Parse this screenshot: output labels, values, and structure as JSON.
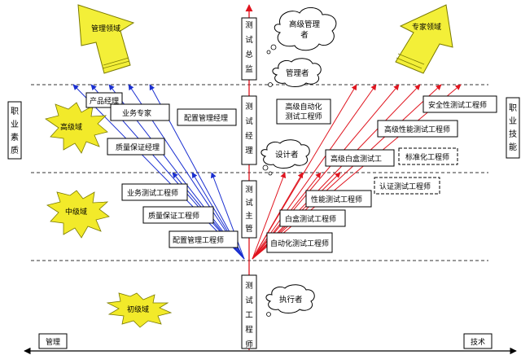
{
  "arrows": {
    "management_domain": "管理领域",
    "tech_expert": "专家领域"
  },
  "side_labels": {
    "left": "职业素质",
    "right": "职业技能"
  },
  "bottom_labels": {
    "management": "管理",
    "technology": "技术"
  },
  "center_column": [
    "测试总监",
    "测试经理",
    "测试主管",
    "测试工程师"
  ],
  "clouds": {
    "senior_manager": "高级管理者",
    "manager": "管理者",
    "designer": "设计者",
    "executor": "执行者"
  },
  "levels": {
    "senior": "高级域",
    "middle": "中级域",
    "junior": "初级域"
  },
  "left_roles": {
    "product_manager": "产品经理",
    "business_expert": "业务专家",
    "config_manager": "配置管理经理",
    "qa_manager": "质量保证经理",
    "business_test_engineer": "业务测试工程师",
    "qa_engineer": "质量保证工程师",
    "config_engineer": "配置管理工程师"
  },
  "right_roles": {
    "senior_automation": "高级自动化测试工程师",
    "security_test": "安全性测试工程师",
    "senior_performance": "高级性能测试工程师",
    "senior_whitebox": "高级白盒测试工",
    "standardization": "标准化工程师",
    "certification": "认证测试工程师",
    "performance": "性能测试工程师",
    "whitebox": "白盒测试工程师",
    "automation": "自动化测试工程师"
  },
  "colors": {
    "blue_arrows": "#1a2fd0",
    "red_arrows": "#e0141e",
    "burst_fill": "#f2ea2a",
    "arrow_fill": "#f3ef38"
  }
}
